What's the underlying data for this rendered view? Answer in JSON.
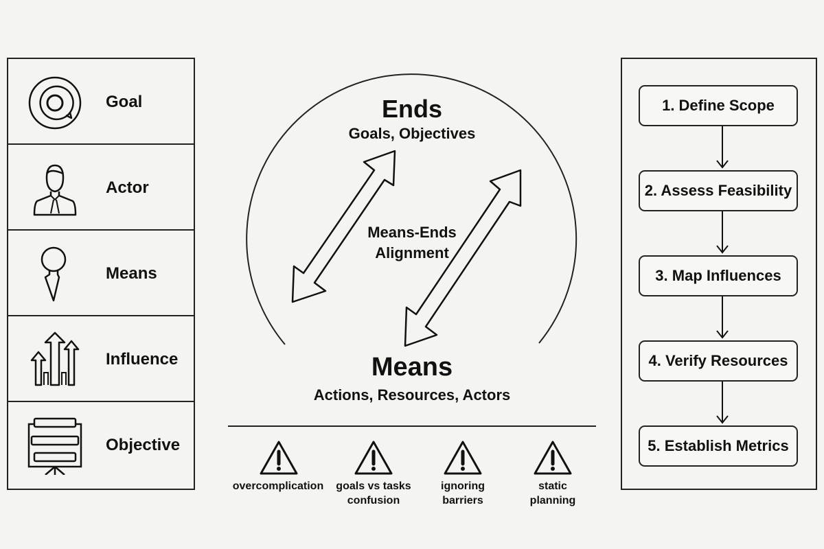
{
  "legend": {
    "items": [
      {
        "label": "Goal",
        "icon": "target-icon"
      },
      {
        "label": "Actor",
        "icon": "person-icon"
      },
      {
        "label": "Means",
        "icon": "pin-icon"
      },
      {
        "label": "Influence",
        "icon": "rising-arrows-icon"
      },
      {
        "label": "Objective",
        "icon": "presentation-board-icon"
      }
    ]
  },
  "diagram": {
    "ends_title": "Ends",
    "ends_subtitle": "Goals, Objectives",
    "alignment_line1": "Means-Ends",
    "alignment_line2": "Alignment",
    "means_title": "Means",
    "means_subtitle": "Actions, Resources, Actors"
  },
  "pitfalls": [
    {
      "line1": "overcomplication",
      "line2": "",
      "icon": "warning-icon"
    },
    {
      "line1": "goals vs tasks",
      "line2": "confusion",
      "icon": "warning-icon"
    },
    {
      "line1": "ignoring",
      "line2": "barriers",
      "icon": "warning-icon"
    },
    {
      "line1": "static",
      "line2": "planning",
      "icon": "warning-icon"
    }
  ],
  "steps": [
    {
      "label": "1. Define Scope"
    },
    {
      "label": "2. Assess Feasibility"
    },
    {
      "label": "3. Map Influences"
    },
    {
      "label": "4. Verify Resources"
    },
    {
      "label": "5. Establish Metrics"
    }
  ]
}
